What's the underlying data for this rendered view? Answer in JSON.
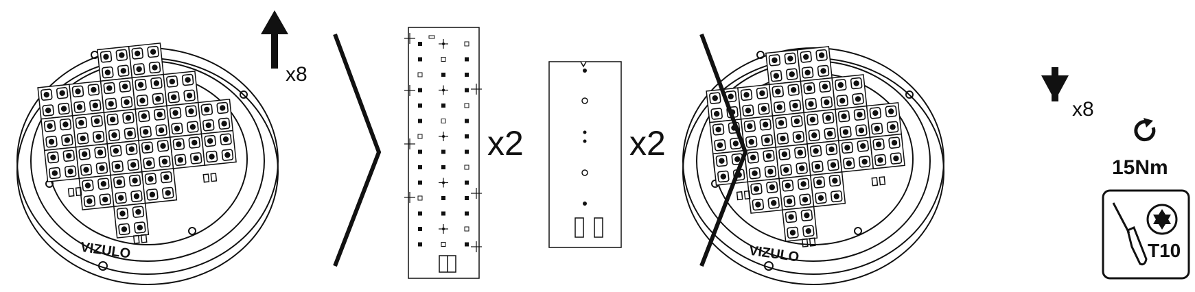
{
  "step1": {
    "arrow_direction": "up",
    "count_label": "x8"
  },
  "parts": {
    "strip_large": {
      "count_label": "x2"
    },
    "strip_small": {
      "count_label": "x2"
    }
  },
  "step3": {
    "arrow_direction": "down",
    "count_label": "x8",
    "torque_label": "15Nm",
    "bit_label": "T10"
  },
  "fixture": {
    "brand_text": "VIZULO"
  },
  "colors": {
    "stroke": "#111111",
    "background": "#ffffff"
  },
  "icons": [
    "arrow-up-icon",
    "chevron-right-icon",
    "arrow-down-icon",
    "rotate-icon",
    "screwdriver-icon",
    "torx-bit-icon"
  ]
}
